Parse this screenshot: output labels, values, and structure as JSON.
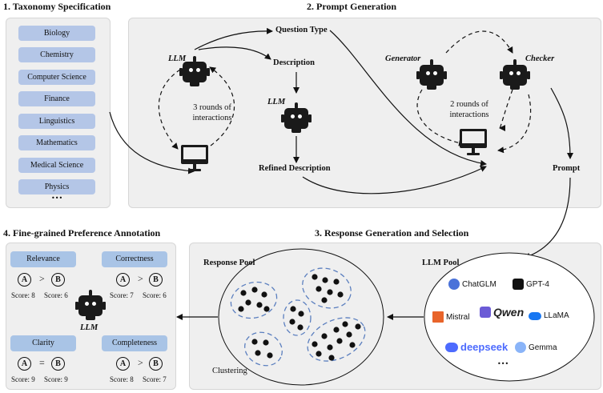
{
  "sections": {
    "s1": "1. Taxonomy Specification",
    "s2": "2. Prompt Generation",
    "s3": "3. Response Generation and Selection",
    "s4": "4. Fine-grained Preference Annotation"
  },
  "taxonomy": [
    "Biology",
    "Chemistry",
    "Computer Science",
    "Finance",
    "Linguistics",
    "Mathematics",
    "Medical Science",
    "Physics"
  ],
  "ellipsis": "•••",
  "prompt_gen": {
    "llm": "LLM",
    "question_type": "Question Type",
    "description": "Description",
    "refined_description": "Refined Description",
    "rounds_left": "3 rounds of\ninteractions",
    "generator": "Generator",
    "checker": "Checker",
    "rounds_right": "2 rounds of\ninteractions",
    "prompt": "Prompt"
  },
  "response": {
    "response_pool": "Response Pool",
    "clustering": "Clustering",
    "llm_pool": "LLM Pool",
    "models": [
      "ChatGLM",
      "GPT-4",
      "Mistral",
      "Qwen",
      "LLaMA",
      "deepseek",
      "Gemma"
    ]
  },
  "annotation": {
    "llm": "LLM",
    "a": "A",
    "b": "B",
    "dims": [
      {
        "name": "Relevance",
        "rel": ">",
        "score_a": "Score: 8",
        "score_b": "Score: 6"
      },
      {
        "name": "Correctness",
        "rel": ">",
        "score_a": "Score: 7",
        "score_b": "Score: 6"
      },
      {
        "name": "Clarity",
        "rel": "=",
        "score_a": "Score: 9",
        "score_b": "Score: 9"
      },
      {
        "name": "Completeness",
        "rel": ">",
        "score_a": "Score: 8",
        "score_b": "Score: 7"
      }
    ]
  }
}
